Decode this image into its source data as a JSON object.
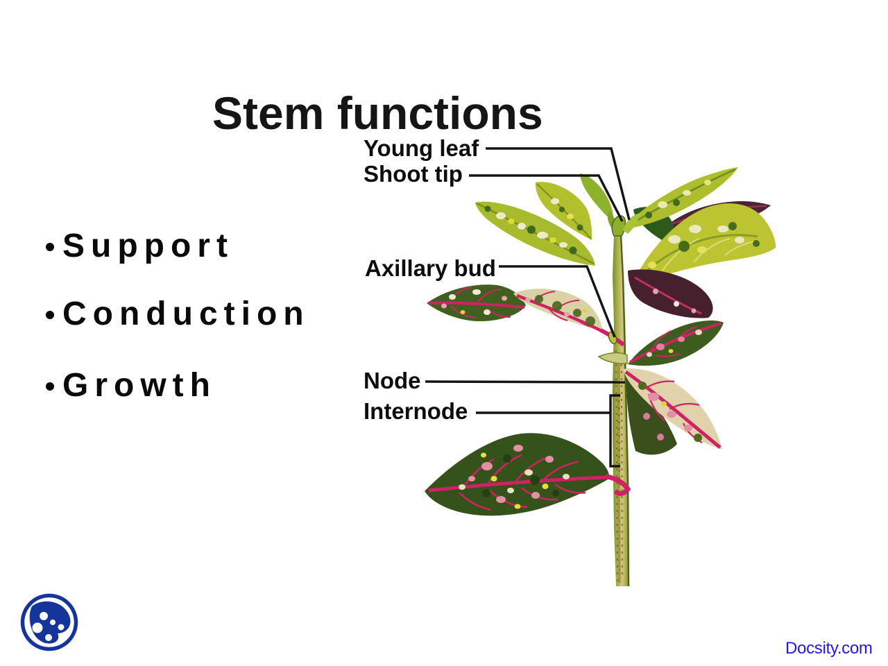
{
  "slide": {
    "title": "Stem functions",
    "bullets": [
      "Support",
      "Conduction",
      "Growth"
    ],
    "watermark": "Docsity.com"
  },
  "diagram": {
    "type": "labeled-illustration",
    "subject": "Plant shoot (croton) showing external stem structures",
    "labels": {
      "young_leaf": "Young leaf",
      "shoot_tip": "Shoot tip",
      "axillary_bud": "Axillary bud",
      "node": "Node",
      "internode": "Internode"
    }
  },
  "colors": {
    "background": "#ffffff",
    "text": "#0a0a0a",
    "leader_line": "#151515",
    "watermark_blue": "#2217ee",
    "logo_blue": "#16359b",
    "leaf_yellow_green": "#b9c52f",
    "leaf_dark_green": "#3c5e1d",
    "leaf_maroon": "#4e2230",
    "leaf_cream": "#e2d2ac",
    "vein_magenta": "#cf2264",
    "stem_olive": "#a3aa45"
  }
}
